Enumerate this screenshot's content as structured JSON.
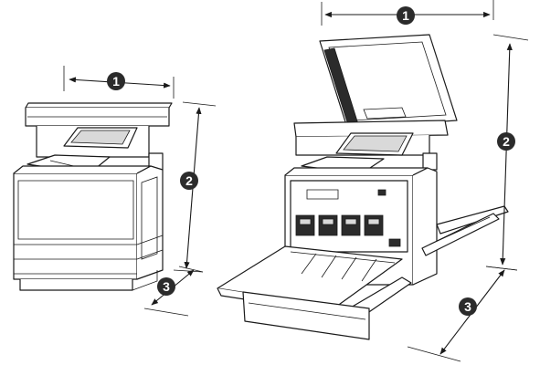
{
  "callouts": {
    "width": "1",
    "height": "2",
    "depth": "3"
  },
  "colors": {
    "callout_fill": "#2b2b2b",
    "line": "#1a1a1a",
    "background": "#ffffff"
  }
}
